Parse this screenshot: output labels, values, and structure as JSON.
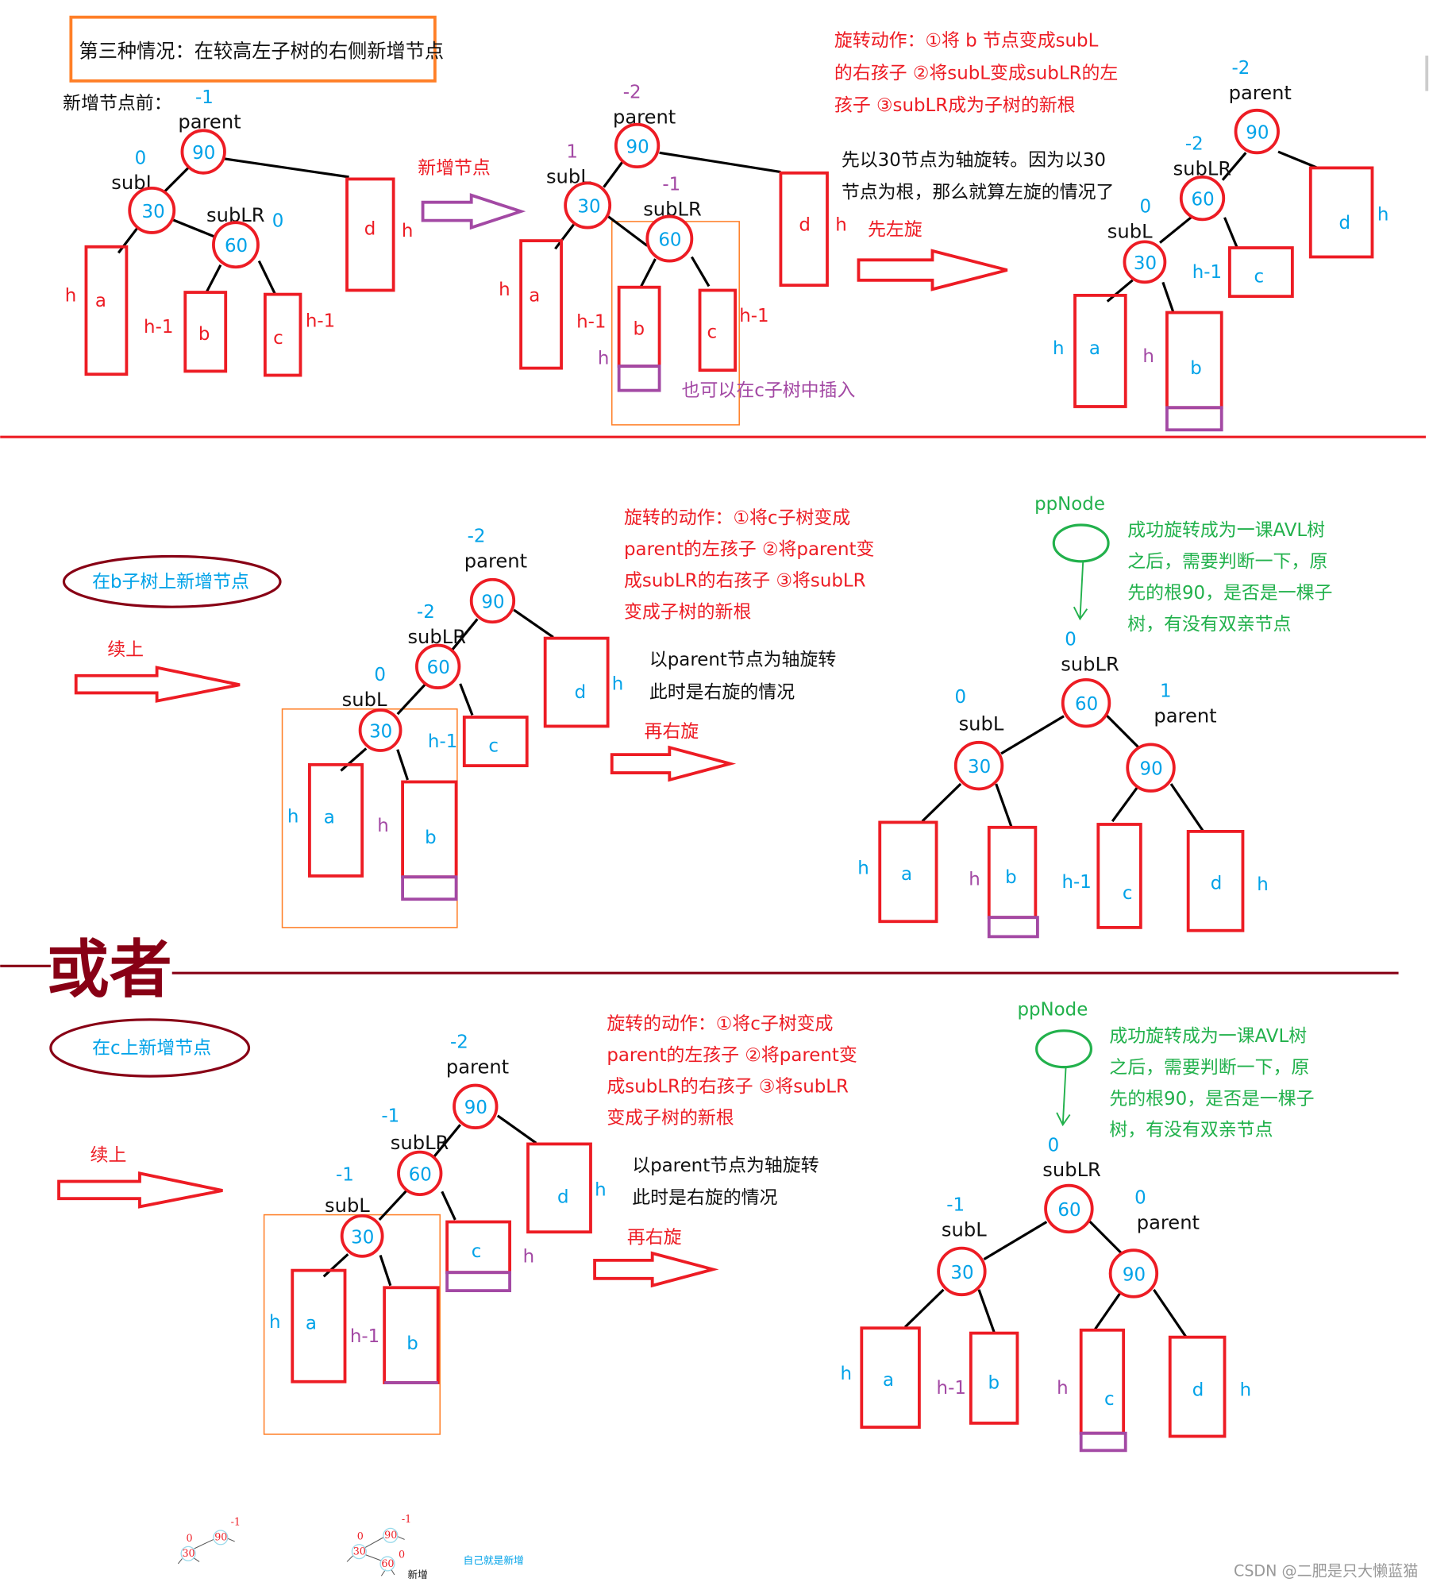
{
  "colors": {
    "red": "#ed1c24",
    "blue": "#00a2e8",
    "purple": "#a349a4",
    "green": "#22b14c",
    "orange": "#ff7f27",
    "dark_red": "#880015"
  },
  "title": "第三种情况：在较高左子树的右侧新增节点",
  "p1": {
    "caption": "新增节点前：",
    "parent_bf": "-1",
    "parent": "parent",
    "n90": "90",
    "subL_bf": "0",
    "subL": "subL",
    "n30": "30",
    "subLR": "subLR",
    "subLR_bf": "0",
    "n60": "60",
    "a": "a",
    "b": "b",
    "c": "c",
    "d": "d",
    "h_a": "h",
    "h_b": "h-1",
    "h_c": "h-1",
    "h_d": "h"
  },
  "arrow1_label": "新增节点",
  "p2": {
    "parent_bf": "-2",
    "parent": "parent",
    "n90": "90",
    "subL_bf": "1",
    "subL": "subL",
    "n30": "30",
    "subLR_bf": "-1",
    "subLR": "subLR",
    "n60": "60",
    "a": "a",
    "b": "b",
    "c": "c",
    "d": "d",
    "h_a": "h",
    "h_b": "h-1",
    "h_new": "h",
    "h_c": "h-1",
    "h_d": "h",
    "note": "也可以在c子树中插入"
  },
  "p3": {
    "action": [
      "旋转动作：①将 b  节点变成subL",
      "的右孩子 ②将subL变成subLR的左",
      "孩子 ③subLR成为子树的新根"
    ],
    "explain": [
      "先以30节点为轴旋转。因为以30",
      "节点为根，那么就算左旋的情况了"
    ],
    "step": "先左旋",
    "parent_bf": "-2",
    "parent": "parent",
    "n90": "90",
    "subLR_bf": "-2",
    "subLR": "subLR",
    "n60": "60",
    "subL_bf": "0",
    "subL": "subL",
    "n30": "30",
    "a": "a",
    "b": "b",
    "c": "c",
    "d": "d",
    "h_a": "h",
    "h_b": "h",
    "h_c": "h-1",
    "h_d": "h"
  },
  "s2": {
    "case": "在b子树上新增节点",
    "continue": "续上",
    "parent_bf": "-2",
    "parent": "parent",
    "n90": "90",
    "subLR_bf": "-2",
    "subLR": "subLR",
    "n60": "60",
    "subL_bf": "0",
    "subL": "subL",
    "n30": "30",
    "a": "a",
    "b": "b",
    "c": "c",
    "d": "d",
    "h_a": "h",
    "h_b": "h",
    "h_c": "h-1",
    "h_d": "h",
    "action": [
      "旋转的动作：①将c子树变成",
      "parent的左孩子 ②将parent变",
      "成subLR的右孩子 ③将subLR",
      "变成子树的新根"
    ],
    "explain": [
      "以parent节点为轴旋转",
      "此时是右旋的情况"
    ],
    "step": "再右旋",
    "ppnode": "ppNode",
    "check": [
      "成功旋转成为一课AVL树",
      "之后，需要判断一下，原",
      "先的根90，是否是一棵子",
      "树，有没有双亲节点"
    ],
    "r_subLR_bf": "0",
    "r_subLR": "subLR",
    "r_n60": "60",
    "r_subL_bf": "0",
    "r_subL": "subL",
    "r_n30": "30",
    "r_parent_bf": "1",
    "r_parent": "parent",
    "r_n90": "90",
    "r_h_a": "h",
    "r_h_b": "h",
    "r_h_c": "h-1",
    "r_h_d": "h"
  },
  "or_label": "或者",
  "s3": {
    "case": "在c上新增节点",
    "continue": "续上",
    "parent_bf": "-2",
    "parent": "parent",
    "n90": "90",
    "subLR_bf": "-1",
    "subLR": "subLR",
    "n60": "60",
    "subL_bf": "-1",
    "subL": "subL",
    "n30": "30",
    "a": "a",
    "b": "b",
    "c": "c",
    "d": "d",
    "h_a": "h",
    "h_b": "h-1",
    "h_c": "h",
    "h_d": "h",
    "action": [
      "旋转的动作：①将c子树变成",
      "parent的左孩子 ②将parent变",
      "成subLR的右孩子 ③将subLR",
      "变成子树的新根"
    ],
    "explain": [
      "以parent节点为轴旋转",
      "此时是右旋的情况"
    ],
    "step": "再右旋",
    "ppnode": "ppNode",
    "check": [
      "成功旋转成为一课AVL树",
      "之后，需要判断一下，原",
      "先的根90，是否是一棵子",
      "树，有没有双亲节点"
    ],
    "r_subLR_bf": "0",
    "r_subLR": "subLR",
    "r_n60": "60",
    "r_subL_bf": "-1",
    "r_subL": "subL",
    "r_n30": "30",
    "r_parent_bf": "0",
    "r_parent": "parent",
    "r_n90": "90",
    "r_h_a": "h",
    "r_h_b": "h-1",
    "r_h_c": "h",
    "r_h_d": "h"
  },
  "mini": {
    "t1": {
      "n90": "90",
      "bf90": "-1",
      "n30": "30",
      "bf30": "0"
    },
    "t2": {
      "n90": "90",
      "bf90": "-1",
      "n30": "30",
      "bf30": "0",
      "n60": "60",
      "bf60": "0",
      "new": "新增"
    },
    "note": "自己就是新增"
  },
  "watermark": "CSDN @二肥是只大懒蓝猫"
}
